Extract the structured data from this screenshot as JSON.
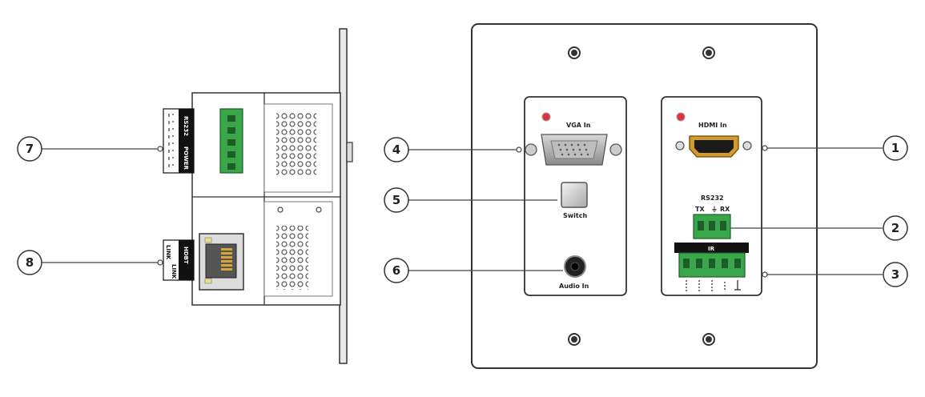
{
  "callouts": [
    "1",
    "2",
    "3",
    "4",
    "5",
    "6",
    "7",
    "8"
  ],
  "side_view": {
    "rs232_label": "RS232",
    "power_label": "POWER",
    "hdbt_label": "HDBT",
    "link_label": "LINK",
    "link_label_2": "LINK"
  },
  "front_view": {
    "vga_label": "VGA In",
    "switch_label": "Switch",
    "audio_label": "Audio In",
    "hdmi_label": "HDMI In",
    "rs232_label": "RS232",
    "rs232_pins": [
      "TX",
      "RX"
    ],
    "ir_label": "IR"
  },
  "colors": {
    "terminal_green": "#3aa64a",
    "led_red": "#e0303a",
    "hdmi_gold": "#d39a2a",
    "plate_stroke": "#333333"
  }
}
